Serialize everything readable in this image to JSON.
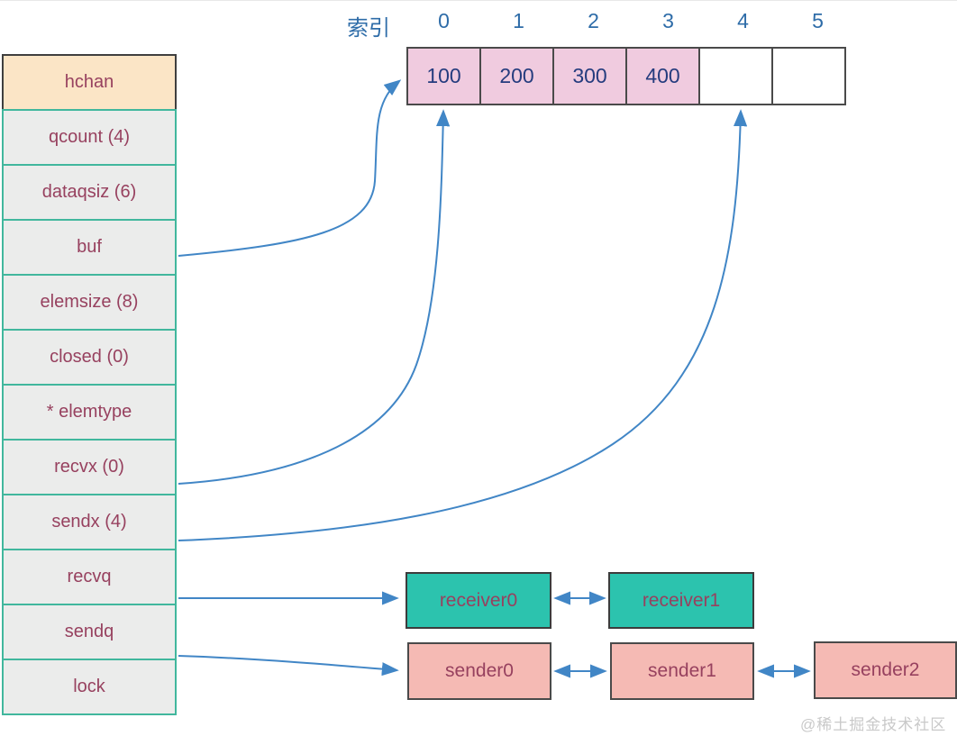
{
  "diagram": {
    "title_context": "Go channel hchan structure diagram",
    "struct": {
      "rows": [
        {
          "label": "hchan"
        },
        {
          "label": "qcount (4)"
        },
        {
          "label": "dataqsiz (6)"
        },
        {
          "label": "buf"
        },
        {
          "label": "elemsize (8)"
        },
        {
          "label": "closed (0)"
        },
        {
          "label": "* elemtype"
        },
        {
          "label": "recvx (0)"
        },
        {
          "label": "sendx (4)"
        },
        {
          "label": "recvq"
        },
        {
          "label": "sendq"
        },
        {
          "label": "lock"
        }
      ]
    },
    "array": {
      "index_title": "索引",
      "indices": [
        "0",
        "1",
        "2",
        "3",
        "4",
        "5"
      ],
      "cells": [
        {
          "value": "100",
          "filled": true
        },
        {
          "value": "200",
          "filled": true
        },
        {
          "value": "300",
          "filled": true
        },
        {
          "value": "400",
          "filled": true
        },
        {
          "value": "",
          "filled": false
        },
        {
          "value": "",
          "filled": false
        }
      ]
    },
    "recv_queue": [
      {
        "label": "receiver0"
      },
      {
        "label": "receiver1"
      }
    ],
    "send_queue": [
      {
        "label": "sender0"
      },
      {
        "label": "sender1"
      },
      {
        "label": "sender2"
      }
    ],
    "watermark": "@稀土掘金技术社区",
    "colors": {
      "header_bg": "#fbe5c6",
      "row_bg": "#ebeceb",
      "row_border": "#41b79d",
      "struct_text": "#97415f",
      "cell_filled_bg": "#f0cbdf",
      "cell_border": "#4a4a4a",
      "cell_value_text": "#253c7e",
      "index_text": "#2e6ca8",
      "receiver_bg": "#2cc3ae",
      "sender_bg": "#f5bab4",
      "arrow": "#4186c6",
      "watermark_text": "#c9c9c9"
    }
  }
}
